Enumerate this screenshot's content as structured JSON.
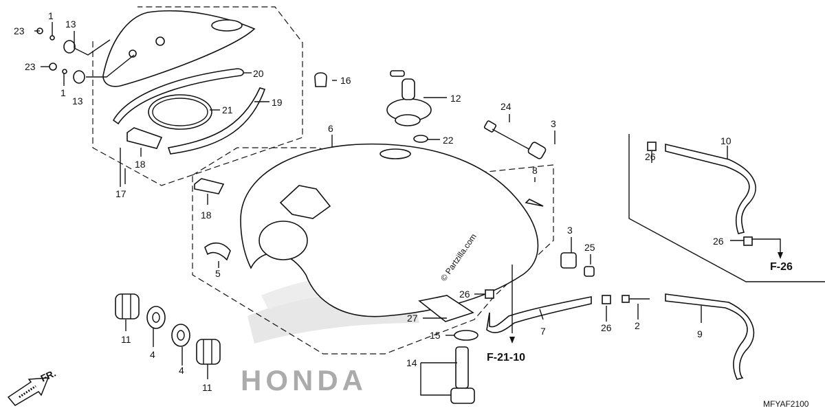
{
  "labels": {
    "p1a": "1",
    "p1b": "1",
    "p2": "2",
    "p3a": "3",
    "p3b": "3",
    "p4a": "4",
    "p4b": "4",
    "p5": "5",
    "p6": "6",
    "p7": "7",
    "p8": "8",
    "p9": "9",
    "p10": "10",
    "p11a": "11",
    "p11b": "11",
    "p12": "12",
    "p13a": "13",
    "p13b": "13",
    "p14": "14",
    "p15": "15",
    "p16": "16",
    "p17": "17",
    "p18a": "18",
    "p18b": "18",
    "p19": "19",
    "p20": "20",
    "p21": "21",
    "p22": "22",
    "p23a": "23",
    "p23b": "23",
    "p24": "24",
    "p25": "25",
    "p26a": "26",
    "p26b": "26",
    "p26c": "26",
    "p26d": "26",
    "p27": "27"
  },
  "refs": {
    "f21": "F-21-10",
    "f26": "F-26"
  },
  "front_label": "FR.",
  "watermark": "© Partzilla.com",
  "brand_watermark": "HONDA",
  "diagram_code": "MFYAF2100"
}
